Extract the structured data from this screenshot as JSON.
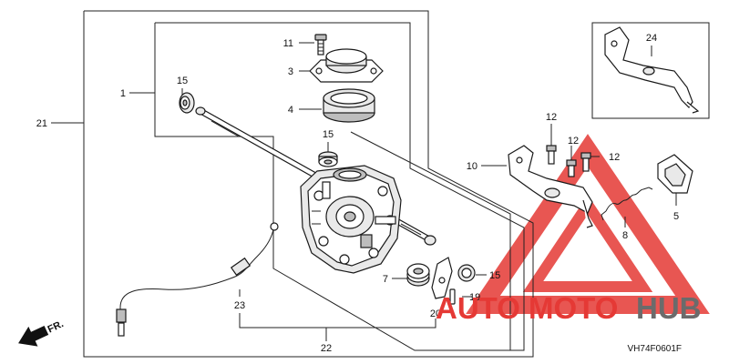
{
  "callouts": {
    "c1": "1",
    "c3": "3",
    "c4": "4",
    "c5": "5",
    "c7": "7",
    "c8": "8",
    "c10": "10",
    "c11": "11",
    "c12a": "12",
    "c12b": "12",
    "c12c": "12",
    "c15a": "15",
    "c15b": "15",
    "c15c": "15",
    "c19": "19",
    "c20": "20",
    "c21": "21",
    "c22": "22",
    "c23": "23",
    "c24": "24"
  },
  "direction_label": "FR.",
  "diagram_code": "VH74F0601F",
  "watermark": {
    "word_auto": "AUTO",
    "word_moto": "MOTO",
    "word_hub": "HUB",
    "color_red": "#e53935",
    "color_gray": "#6b6b6b"
  }
}
